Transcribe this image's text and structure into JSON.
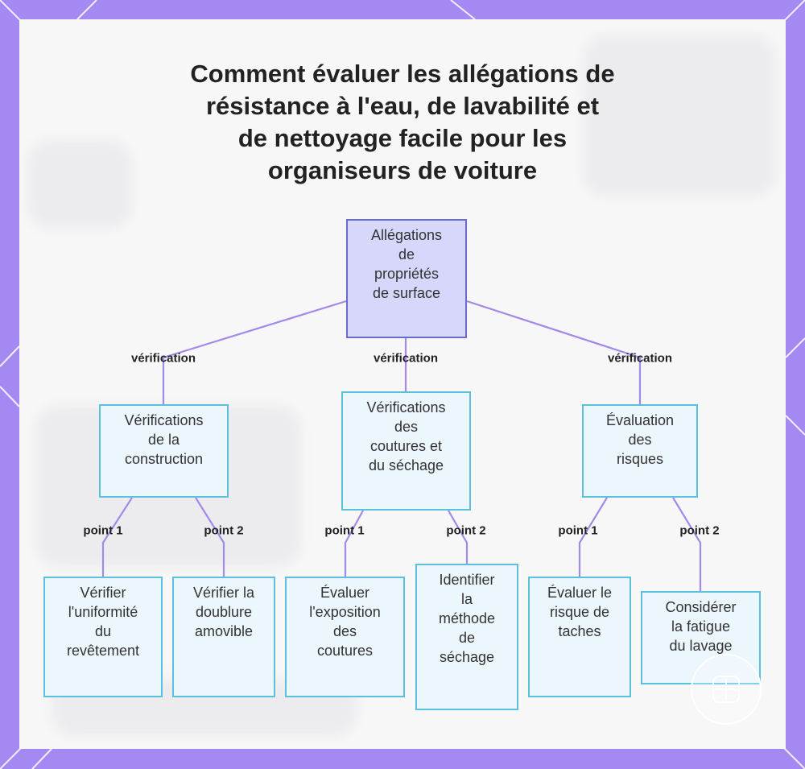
{
  "title_lines": [
    "Comment évaluer les allégations de",
    "résistance à l'eau, de lavabilité et",
    "de nettoyage facile pour les",
    "organiseurs de voiture"
  ],
  "colors": {
    "background": "#a589f2",
    "card": "#f7f7f8",
    "root_fill": "#d7d7fb",
    "root_border": "#6b6bc9",
    "node_fill": "#ecf6fd",
    "node_border": "#5bc0de",
    "edge": "#a389ea"
  },
  "nodes": {
    "root": [
      "Allégations",
      "de",
      "propriétés",
      "de surface"
    ],
    "construction": [
      "Vérifications",
      "de la",
      "construction"
    ],
    "seams": [
      "Vérifications",
      "des",
      "coutures et",
      "du séchage"
    ],
    "risks": [
      "Évaluation",
      "des",
      "risques"
    ],
    "coating": [
      "Vérifier",
      "l'uniformité",
      "du",
      "revêtement"
    ],
    "lining": [
      "Vérifier la",
      "doublure",
      "amovible"
    ],
    "exposure": [
      "Évaluer",
      "l'exposition",
      "des",
      "coutures"
    ],
    "drying": [
      "Identifier",
      "la",
      "méthode",
      "de",
      "séchage"
    ],
    "stains": [
      "Évaluer le",
      "risque de",
      "taches"
    ],
    "fatigue": [
      "Considérer",
      "la fatigue",
      "du lavage"
    ]
  },
  "edge_labels": {
    "root_construction": "vérification",
    "root_seams": "vérification",
    "root_risks": "vérification",
    "construction_coating": "point 1",
    "construction_lining": "point 2",
    "seams_exposure": "point 1",
    "seams_drying": "point 2",
    "risks_stains": "point 1",
    "risks_fatigue": "point 2"
  },
  "logo_icon": "grid-app-icon"
}
